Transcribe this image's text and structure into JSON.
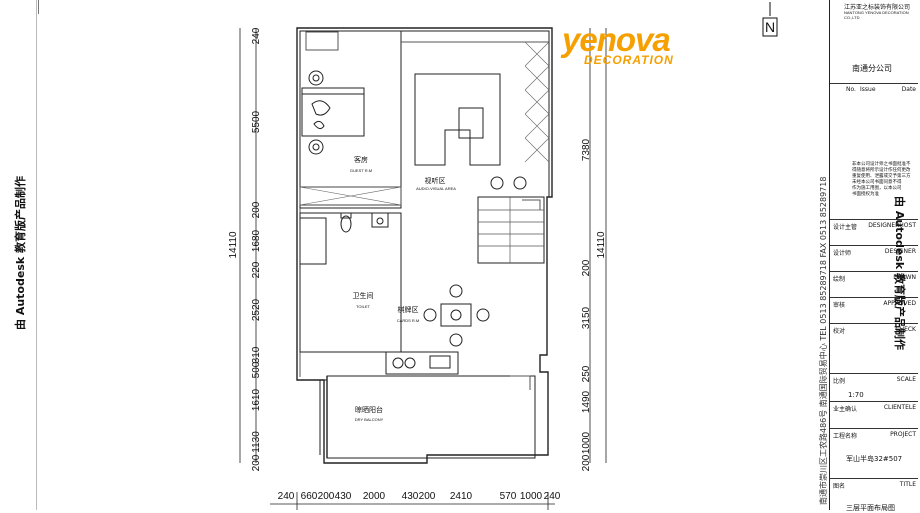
{
  "north_label": "N",
  "logo": {
    "brand": "yenova",
    "sub": "DECORATION"
  },
  "credit_text": "由 Autodesk 教育版产品制作",
  "rooms": {
    "guest": {
      "cn": "客房",
      "en": "GUEST R.M"
    },
    "av": {
      "cn": "视听区",
      "en": "AUDIO-VISUAL AREA"
    },
    "wc": {
      "cn": "卫生间",
      "en": "TOILET"
    },
    "cards": {
      "cn": "棋牌区",
      "en": "CARDS R.M"
    },
    "balcony": {
      "cn": "晾晒阳台",
      "en": "DRY BALCONY"
    }
  },
  "dims": {
    "left_total": "14110",
    "left": [
      "240",
      "5500",
      "200",
      "1680",
      "220",
      "2520",
      "310",
      "500",
      "1610",
      "1130",
      "200"
    ],
    "right_total": "14110",
    "right": [
      "7380",
      "200",
      "3150",
      "250",
      "1490",
      "1000",
      "200"
    ],
    "bottom": [
      "240",
      "660",
      "200",
      "430",
      "2000",
      "430",
      "200",
      "2410",
      "570",
      "1000",
      "240"
    ]
  },
  "title_block": {
    "company_top": "江苏亚之标装饰有限公司",
    "company_en": "NANTONG YENOVA DECORATION CO.,LTD",
    "branch": "南通分公司",
    "issue_labels": {
      "no": "No.",
      "issue": "Issue",
      "date": "Date"
    },
    "notes": [
      "非本公司设计师之书面批准不",
      "得随意将所示设计作任何更改",
      "重复使用、泄露或交予第三方",
      "未经本公司书面同意不得",
      "作为施工用图，以本公司",
      "书面授权为准"
    ],
    "rows": [
      {
        "cn": "设计主管",
        "en": "DESIGNERHOST",
        "value": ""
      },
      {
        "cn": "设计师",
        "en": "DESIGNER",
        "value": ""
      },
      {
        "cn": "绘制",
        "en": "DRAWN",
        "value": ""
      },
      {
        "cn": "审核",
        "en": "APPROVED",
        "value": ""
      },
      {
        "cn": "校对",
        "en": "CHECK",
        "value": ""
      },
      {
        "cn": "比例",
        "en": "SCALE",
        "value": "1:70"
      },
      {
        "cn": "业主确认",
        "en": "CLIENTELE",
        "value": ""
      },
      {
        "cn": "工程名称",
        "en": "PROJECT",
        "value": "军山半岛32#507"
      },
      {
        "cn": "图名",
        "en": "TITLE",
        "value": "三层平面布局图"
      }
    ],
    "address": "南通市崇川区工农路486号 南通国际贸易中心 TEL 0513 85289718 FAX 0513 85289718"
  }
}
